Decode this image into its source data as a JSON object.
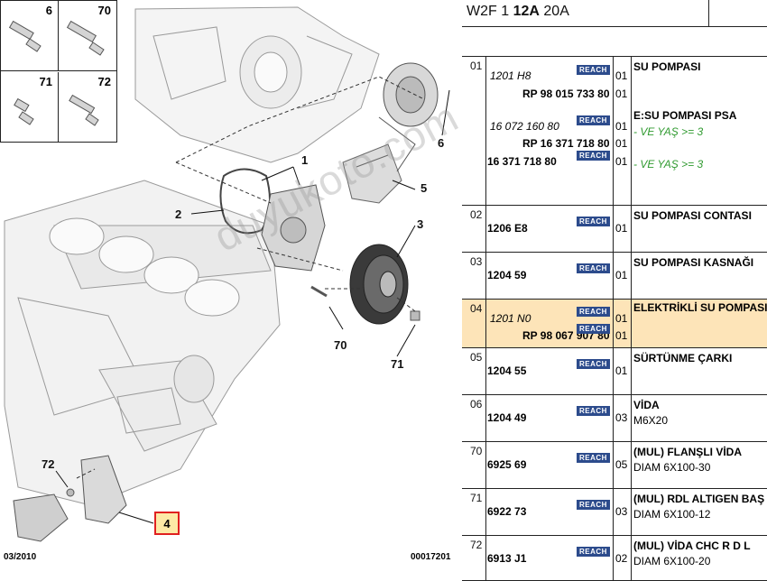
{
  "diagram": {
    "thumbnails": [
      {
        "num": "6"
      },
      {
        "num": "70"
      },
      {
        "num": "71"
      },
      {
        "num": "72"
      }
    ],
    "callouts": [
      "1",
      "2",
      "3",
      "4",
      "5",
      "6",
      "70",
      "71",
      "72"
    ],
    "date_code": "03/2010",
    "image_code": "00017201",
    "watermark": "duyukoto.com"
  },
  "header": {
    "model_prefix": "W2F 1",
    "model_bold": "12A",
    "model_suffix": "20A"
  },
  "reach_label": "REACH",
  "rows": [
    {
      "num": "01",
      "lines": [
        {
          "ref": "1201 H8",
          "ref_style": "it",
          "reach": true,
          "qty": "01",
          "desc": "SU POMPASI",
          "desc_style": "bd"
        },
        {
          "ref": "RP 98 015 733 80",
          "ref_style": "it-bd",
          "reach": false,
          "qty": "01",
          "desc": "",
          "desc_style": ""
        },
        {
          "ref": "16 072 160 80",
          "ref_style": "it",
          "reach": true,
          "qty": "01",
          "desc": "E:SU POMPASI PSA",
          "desc_style": "bd"
        },
        {
          "ref": "RP 16 371 718 80",
          "ref_style": "bd",
          "reach": false,
          "qty": "01",
          "desc": "- VE YAŞ >= 3",
          "desc_style": "grn"
        },
        {
          "ref": "16 371 718 80",
          "ref_style": "bd",
          "reach": true,
          "qty": "01",
          "desc": "- VE YAŞ >= 3",
          "desc_style": "grn"
        }
      ]
    },
    {
      "num": "02",
      "lines": [
        {
          "ref": "1206 E8",
          "ref_style": "bd",
          "reach": true,
          "qty": "01",
          "desc": "SU POMPASI CONTASI",
          "desc_style": "bd"
        }
      ]
    },
    {
      "num": "03",
      "lines": [
        {
          "ref": "1204 59",
          "ref_style": "bd",
          "reach": true,
          "qty": "01",
          "desc": "SU POMPASI KASNAĞI",
          "desc_style": "bd"
        }
      ]
    },
    {
      "num": "04",
      "highlight": true,
      "lines": [
        {
          "ref": "1201 N0",
          "ref_style": "it",
          "reach": true,
          "qty": "01",
          "desc": "ELEKTRİKLİ SU POMPASI",
          "desc_style": "bd"
        },
        {
          "ref": "RP 98 067 907 80",
          "ref_style": "it-bd",
          "reach": true,
          "qty": "01",
          "desc": "",
          "desc_style": ""
        }
      ]
    },
    {
      "num": "05",
      "lines": [
        {
          "ref": "1204 55",
          "ref_style": "bd",
          "reach": true,
          "qty": "01",
          "desc": "SÜRTÜNME ÇARKI",
          "desc_style": "bd"
        }
      ]
    },
    {
      "num": "06",
      "lines": [
        {
          "ref": "1204 49",
          "ref_style": "bd",
          "reach": true,
          "qty": "03",
          "desc": "VİDA",
          "desc_style": "bd",
          "desc2": "M6X20"
        }
      ]
    },
    {
      "num": "70",
      "lines": [
        {
          "ref": "6925 69",
          "ref_style": "bd",
          "reach": true,
          "qty": "05",
          "desc": "(MUL) FLANŞLI VİDA",
          "desc_style": "bd",
          "desc2": "DIAM 6X100-30"
        }
      ]
    },
    {
      "num": "71",
      "lines": [
        {
          "ref": "6922 73",
          "ref_style": "bd",
          "reach": true,
          "qty": "03",
          "desc": "(MUL) RDL ALTIGEN BAŞ",
          "desc_style": "bd",
          "desc2": "DIAM 6X100-12"
        }
      ]
    },
    {
      "num": "72",
      "lines": [
        {
          "ref": "6913 J1",
          "ref_style": "bd",
          "reach": true,
          "qty": "02",
          "desc": "(MUL) VİDA CHC R D L",
          "desc_style": "bd",
          "desc2": "DIAM 6X100-20"
        }
      ]
    }
  ]
}
